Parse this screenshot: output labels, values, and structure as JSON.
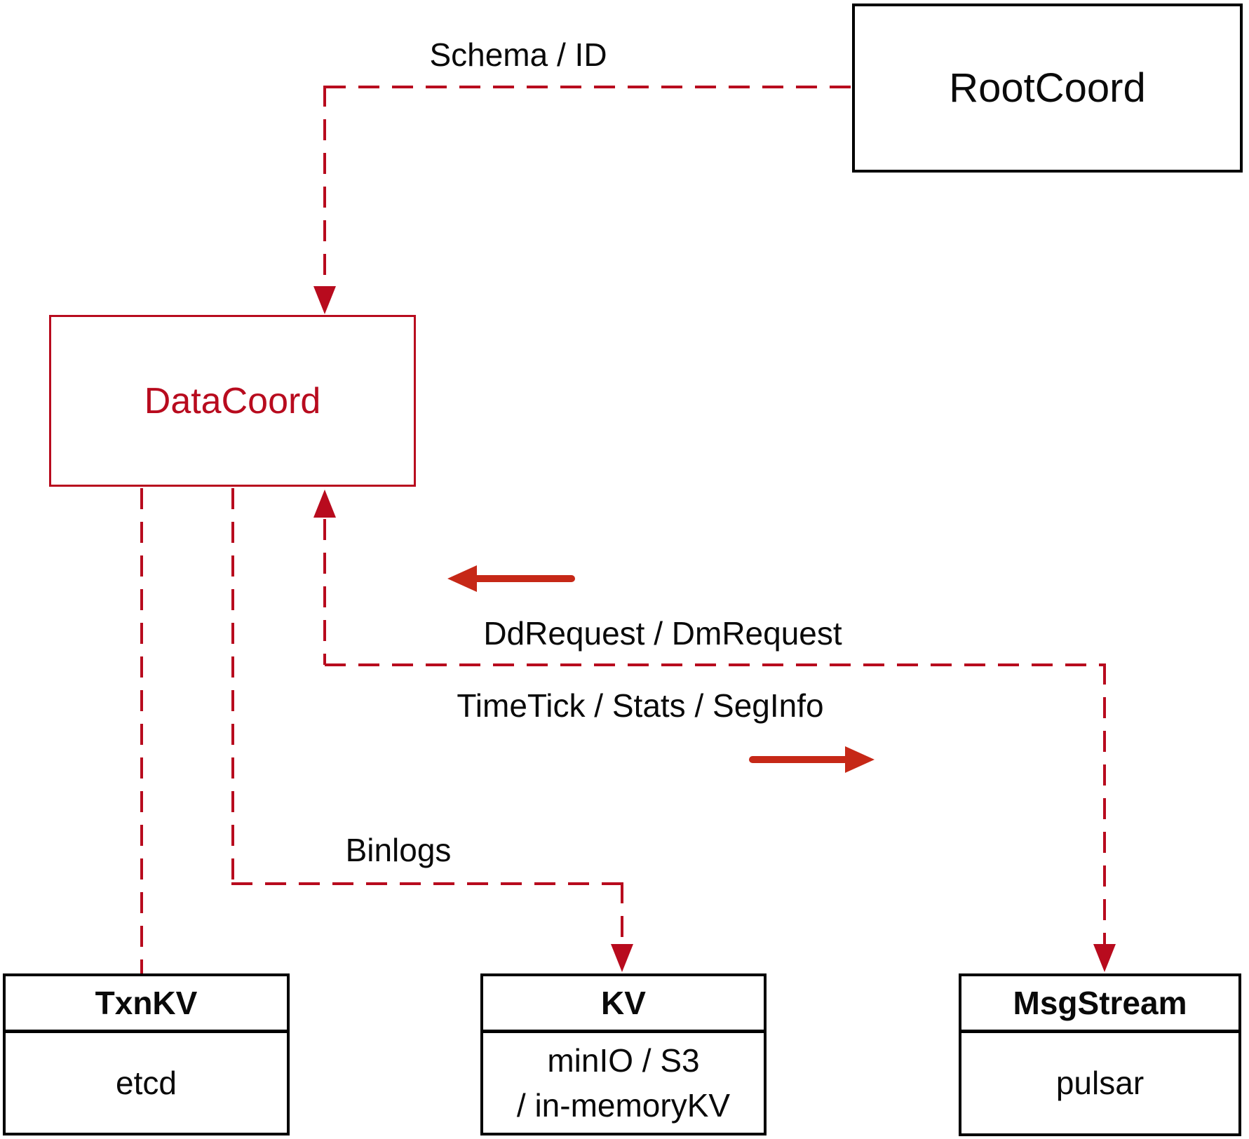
{
  "colors": {
    "dashed_red": "#b80b1e",
    "solid_arrow_red": "#c62817",
    "box_border_black": "#000000"
  },
  "nodes": {
    "rootcoord": {
      "label": "RootCoord"
    },
    "datacoord": {
      "label": "DataCoord"
    },
    "txnkv": {
      "title": "TxnKV",
      "body": "etcd"
    },
    "kv": {
      "title": "KV",
      "body_line1": "minIO / S3",
      "body_line2": "/ in-memoryKV"
    },
    "msgstream": {
      "title": "MsgStream",
      "body": "pulsar"
    }
  },
  "edge_labels": {
    "schema_id": "Schema / ID",
    "dd_request": "DdRequest / DmRequest",
    "time_tick": "TimeTick / Stats / SegInfo",
    "binlogs": "Binlogs"
  }
}
